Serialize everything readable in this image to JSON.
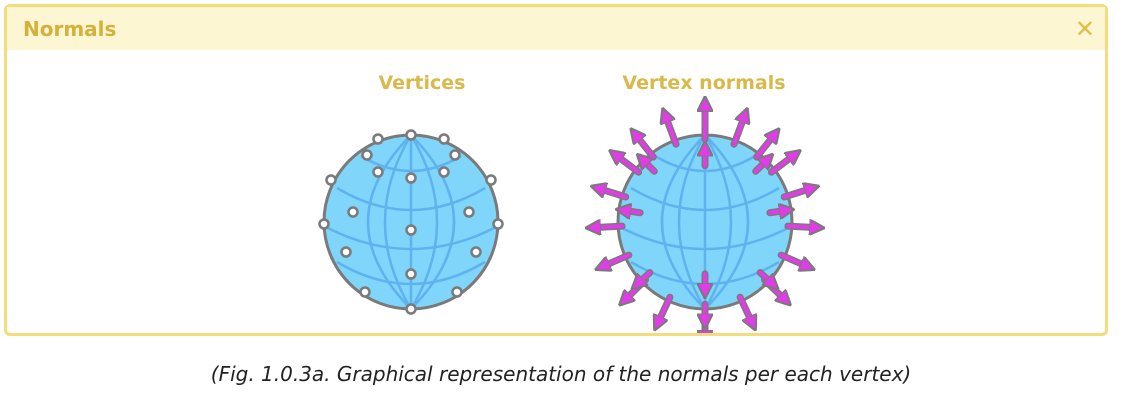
{
  "panel": {
    "title": "Normals",
    "close_glyph": "✕"
  },
  "figure": {
    "left_label": "Vertices",
    "right_label": "Vertex normals"
  },
  "caption": "(Fig. 1.0.3a. Graphical representation of the normals per each vertex)",
  "colors": {
    "panel_border": "#f4dc7a",
    "header_bg": "#fdf6d3",
    "title": "#d4b13a",
    "label": "#d9b94a",
    "sphere_fill": "#7fd6fa",
    "sphere_outline": "#7a7a7a",
    "grid_lines": "#5fb2f0",
    "vertex_fill": "#ffffff",
    "normal_arrow": "#e23be8"
  }
}
